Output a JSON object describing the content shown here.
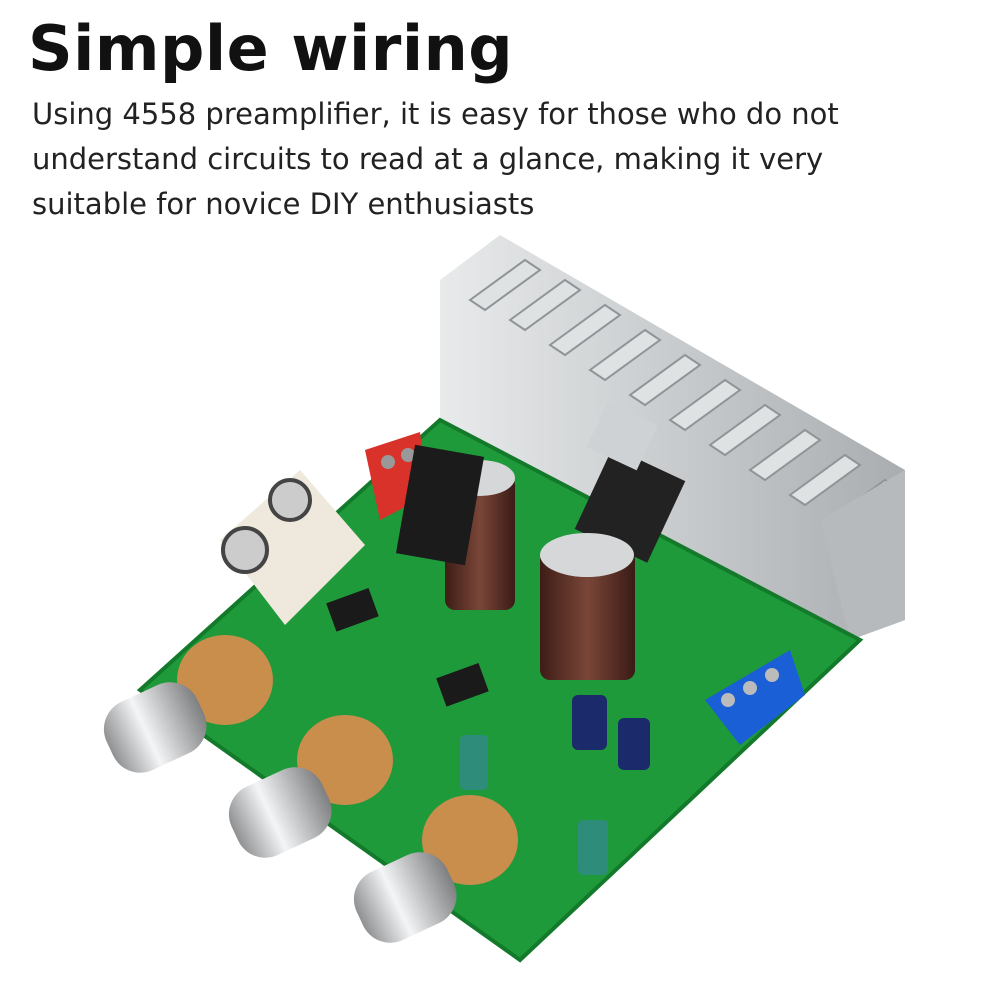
{
  "title": "Simple wiring",
  "description": {
    "lines": [
      "Using 4558 preamplifier, it is easy for those who do not",
      "understand circuits to read at a glance, making it very",
      "suitable for novice DIY enthusiasts"
    ]
  },
  "colors": {
    "board": "#1f9a3a",
    "heatsink": "#c9cccd",
    "terminal_blue": "#1a5fd6",
    "terminal_red": "#d8322a",
    "capacitor": "#5a2f26",
    "knob": "#d9dadb"
  }
}
